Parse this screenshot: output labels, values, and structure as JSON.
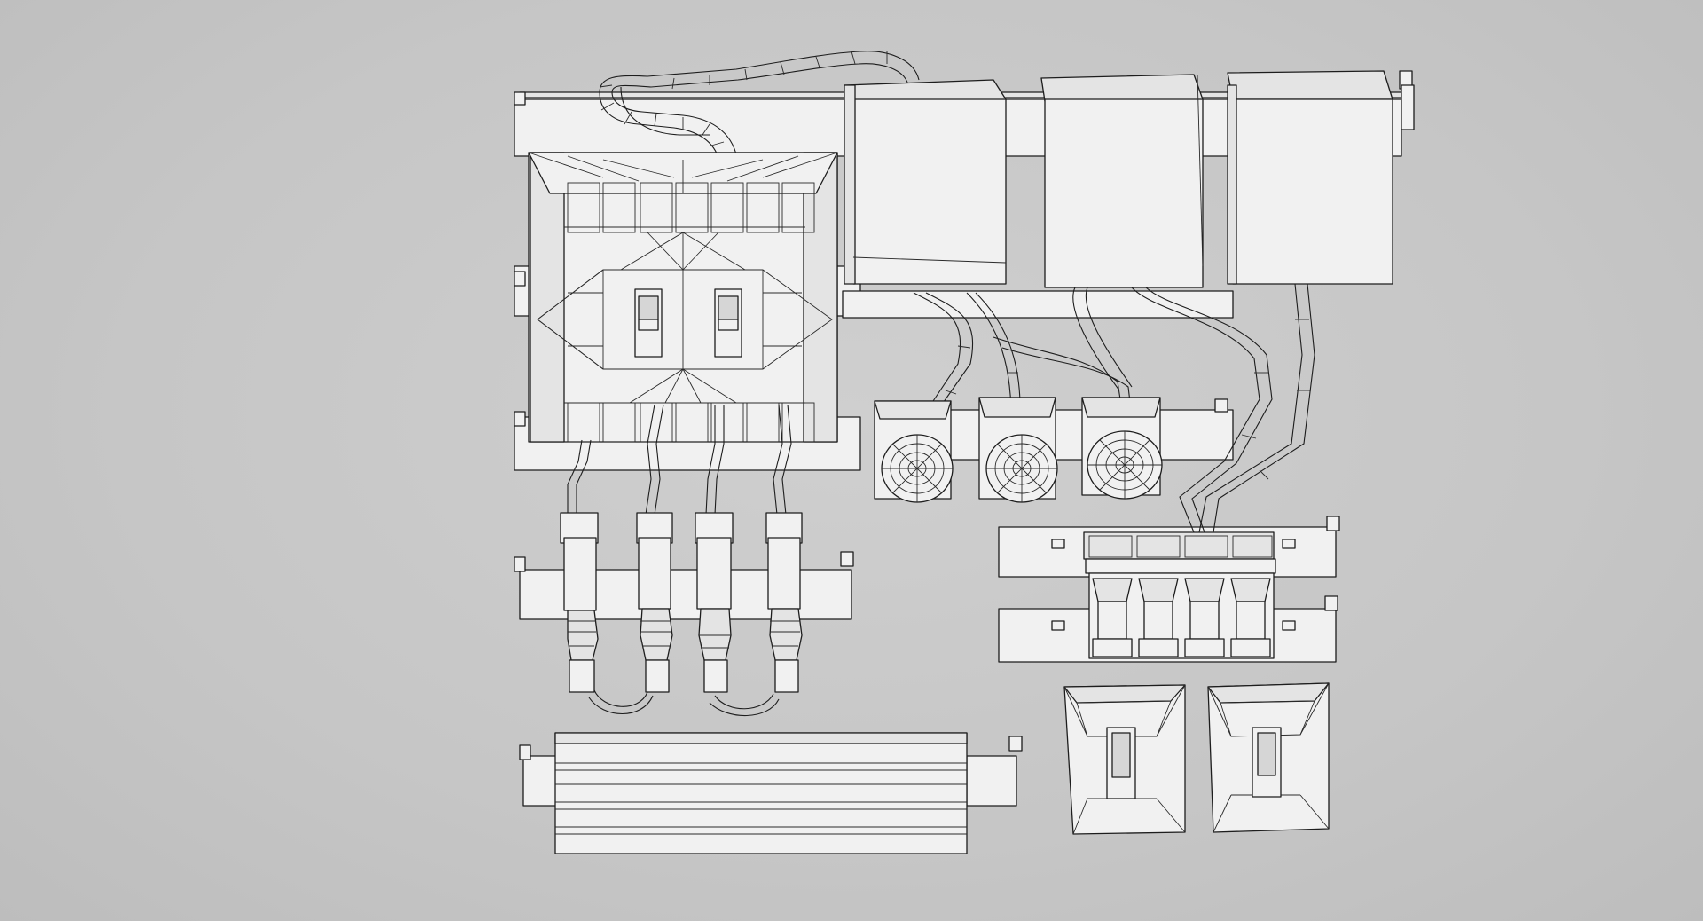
{
  "scene": {
    "background": "#c8c8c8",
    "object_color": "#f1f1f1",
    "wire_color": "#1d1d1d",
    "render_style": "wireframe-on-shaded"
  },
  "assets": {
    "main_panel": "breaker-panel",
    "boxes": [
      "junction-box",
      "junction-box",
      "junction-box"
    ],
    "fans": [
      "fan-grille",
      "fan-grille",
      "fan-grille"
    ],
    "switches": [
      "lever-switch",
      "lever-switch",
      "lever-switch",
      "lever-switch"
    ],
    "terminal_block_modules": 4,
    "plates": [
      "cover-plate",
      "cover-plate"
    ]
  }
}
